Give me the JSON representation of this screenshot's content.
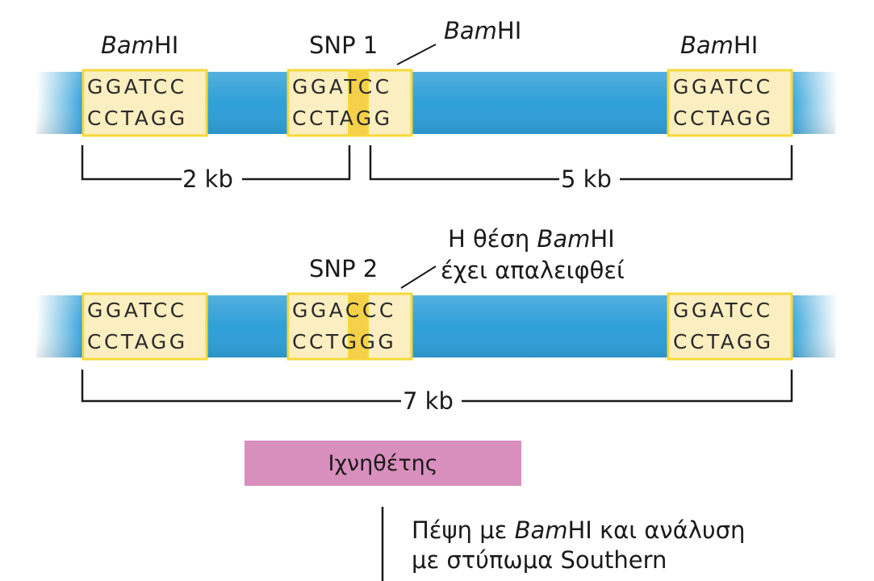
{
  "colors": {
    "dna": "#2f9fd8",
    "site_fill": "#fbeec0",
    "site_border": "#f5d93a",
    "snp_fill": "#f7d04a",
    "probe": "#d98fbe",
    "line": "#1a1a1a"
  },
  "row1": {
    "site1": {
      "enzyme_italic": "Bam",
      "enzyme_rest": "HI",
      "top": "GGATCC",
      "bottom": "CCTAGG"
    },
    "snp_label": "SNP 1",
    "site2": {
      "enzyme_italic": "Bam",
      "enzyme_rest": "HI",
      "top_pre": "GGA",
      "top_snp": "T",
      "top_post": "CC",
      "bottom_pre": "CCT",
      "bottom_snp": "A",
      "bottom_post": "GG"
    },
    "site3": {
      "enzyme_italic": "Bam",
      "enzyme_rest": "HI",
      "top": "GGATCC",
      "bottom": "CCTAGG"
    },
    "frag_left": "2 kb",
    "frag_right": "5 kb"
  },
  "row2": {
    "site1": {
      "top": "GGATCC",
      "bottom": "CCTAGG"
    },
    "snp_label": "SNP 2",
    "note_line1_pre": "Η θέση ",
    "note_line1_italic": "Bam",
    "note_line1_post": "HI",
    "note_line2": "έχει απαλειφθεί",
    "site2": {
      "top_pre": "GGA",
      "top_snp": "C",
      "top_post": "CC",
      "bottom_pre": "CCT",
      "bottom_snp": "G",
      "bottom_post": "GG"
    },
    "site3": {
      "top": "GGATCC",
      "bottom": "CCTAGG"
    },
    "frag": "7 kb"
  },
  "probe": {
    "label": "Ιχνηθέτης"
  },
  "step": {
    "line1_pre": "Πέψη με ",
    "line1_italic": "Bam",
    "line1_post": "HI και ανάλυση",
    "line2": "με στύπωμα Southern"
  }
}
